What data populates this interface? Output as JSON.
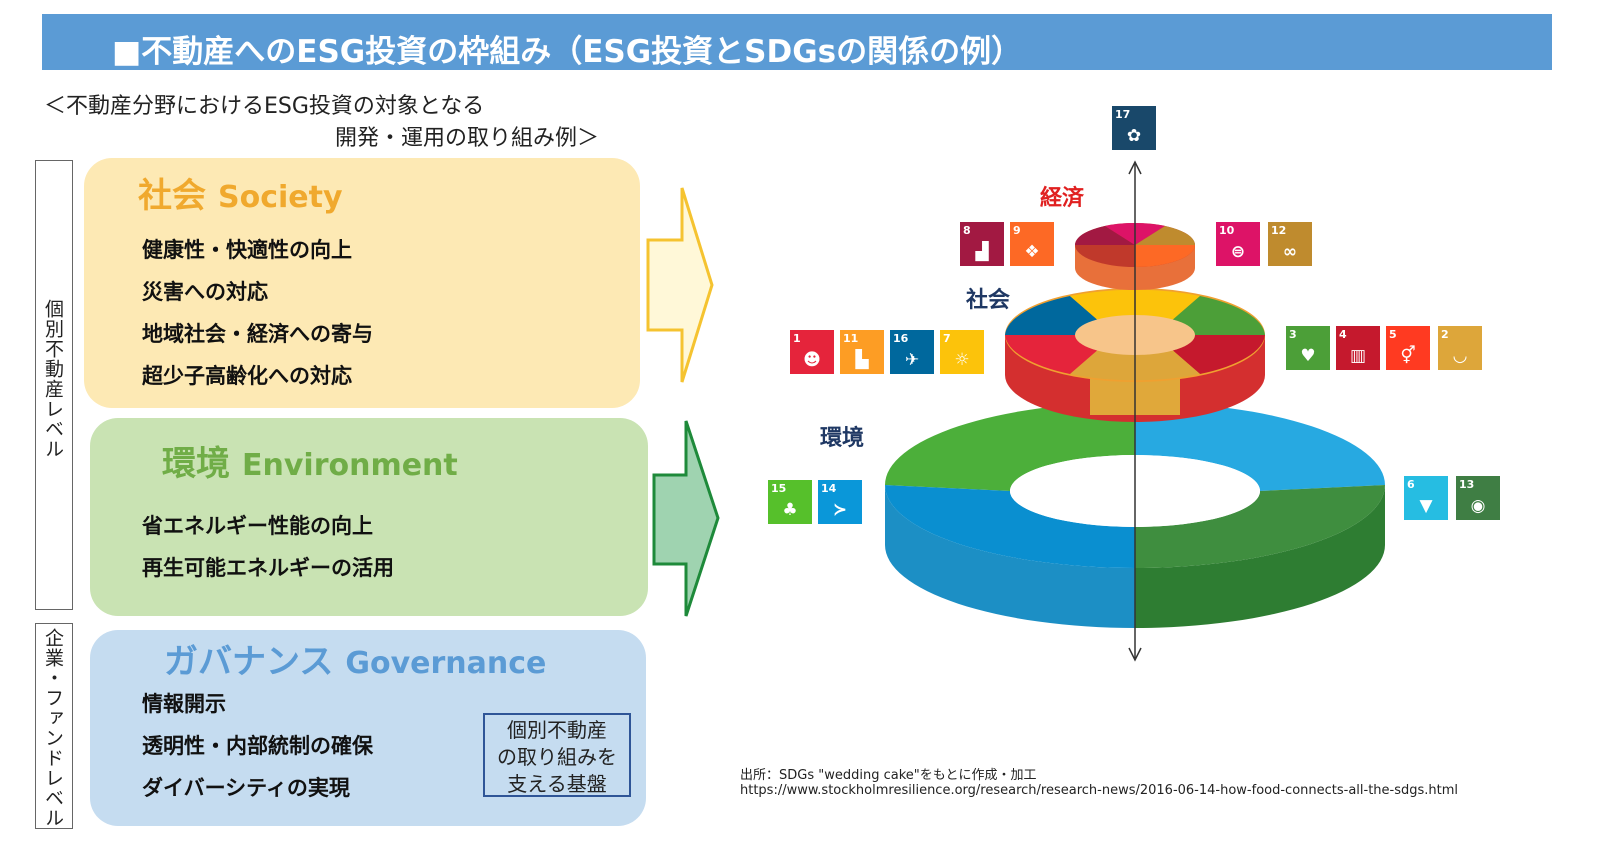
{
  "title": "■不動産へのESG投資の枠組み（ESG投資とSDGsの関係の例）",
  "subtitle": {
    "line1": "＜不動産分野におけるESG投資の対象となる",
    "line2": "開発・運用の取り組み例＞"
  },
  "levels": {
    "individual": "個別不動産レベル",
    "corporate": "企業・ファンドレベル"
  },
  "society": {
    "jp": "社会",
    "en": "Society",
    "items": [
      "健康性・快適性の向上",
      "災害への対応",
      "地域社会・経済への寄与",
      "超少子高齢化への対応"
    ]
  },
  "environment": {
    "jp": "環境",
    "en": "Environment",
    "items": [
      "省エネルギー性能の向上",
      "再生可能エネルギーの活用"
    ]
  },
  "governance": {
    "jp": "ガバナンス",
    "en": "Governance",
    "items": [
      "情報開示",
      "透明性・内部統制の確保",
      "ダイバーシティの実現"
    ],
    "base_box": [
      "個別不動産",
      "の取り組みを",
      "支える基盤"
    ]
  },
  "cake": {
    "economy": "経済",
    "society": "社会",
    "environment": "環境"
  },
  "sdg_tiles": [
    {
      "num": "17",
      "color": "#19486a",
      "icon": "flower-icon"
    },
    {
      "num": "8",
      "color": "#a21942",
      "icon": "growth-chart-icon"
    },
    {
      "num": "9",
      "color": "#fd6925",
      "icon": "cubes-icon"
    },
    {
      "num": "10",
      "color": "#dd1367",
      "icon": "equal-icon"
    },
    {
      "num": "12",
      "color": "#bf8b2e",
      "icon": "infinity-icon"
    },
    {
      "num": "1",
      "color": "#e5243b",
      "icon": "family-icon"
    },
    {
      "num": "11",
      "color": "#fd9d24",
      "icon": "city-icon"
    },
    {
      "num": "16",
      "color": "#00689d",
      "icon": "dove-icon"
    },
    {
      "num": "7",
      "color": "#fcc30b",
      "icon": "sun-icon"
    },
    {
      "num": "3",
      "color": "#4c9f38",
      "icon": "heartbeat-icon"
    },
    {
      "num": "4",
      "color": "#c5192d",
      "icon": "book-icon"
    },
    {
      "num": "5",
      "color": "#ff3a21",
      "icon": "gender-icon"
    },
    {
      "num": "2",
      "color": "#dda63a",
      "icon": "bowl-icon"
    },
    {
      "num": "15",
      "color": "#56c02b",
      "icon": "tree-icon"
    },
    {
      "num": "14",
      "color": "#0a97d9",
      "icon": "fish-icon"
    },
    {
      "num": "6",
      "color": "#26bde2",
      "icon": "water-drop-icon"
    },
    {
      "num": "13",
      "color": "#3f7e44",
      "icon": "eye-globe-icon"
    }
  ],
  "source": {
    "line1": "出所：SDGs \"wedding cake\"をもとに作成・加工",
    "line2": "https://www.stockholmresilience.org/research/research-news/2016-06-14-how-food-connects-all-the-sdgs.html"
  },
  "colors": {
    "title_bar": "#5b9bd5",
    "society_panel": "#fde9b4",
    "society_heading": "#f0a92e",
    "environment_panel": "#c9e3b3",
    "environment_heading": "#70ad47",
    "governance_panel": "#c5dcf0",
    "governance_heading": "#5b9bd5",
    "economy_label": "#e02020",
    "cake_label": "#1f3864"
  }
}
